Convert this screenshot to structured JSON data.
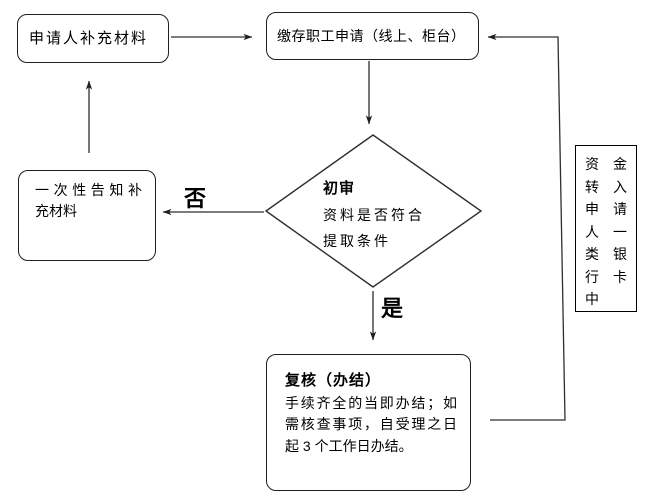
{
  "flowchart": {
    "boxes": {
      "applicant_supplement": {
        "text": "申请人补充材料"
      },
      "employee_application": {
        "text": "缴存职工申请（线上、柜台）"
      },
      "one_time_notice": {
        "lines": [
          "一次性告知补",
          "充材料"
        ]
      },
      "initial_review": {
        "title": "初审",
        "lines": [
          "资料是否符合",
          "提取条件"
        ]
      },
      "final_review": {
        "title": "复核（办结）",
        "lines": [
          "手续齐全的当即办结；如",
          "需核查事项，自受理之日",
          "起 3 个工作日办结。"
        ]
      },
      "fund_transfer": {
        "full_text": "资金转入申请人一类银行卡中",
        "lines": [
          "资金",
          "转入",
          "申请",
          "人一",
          "类银",
          "行卡",
          "中"
        ]
      }
    },
    "labels": {
      "no": "否",
      "yes": "是"
    },
    "colors": {
      "background": "#ffffff",
      "line": "#2e2e2e",
      "border": "#1f1f1f",
      "text": "#000000"
    }
  }
}
